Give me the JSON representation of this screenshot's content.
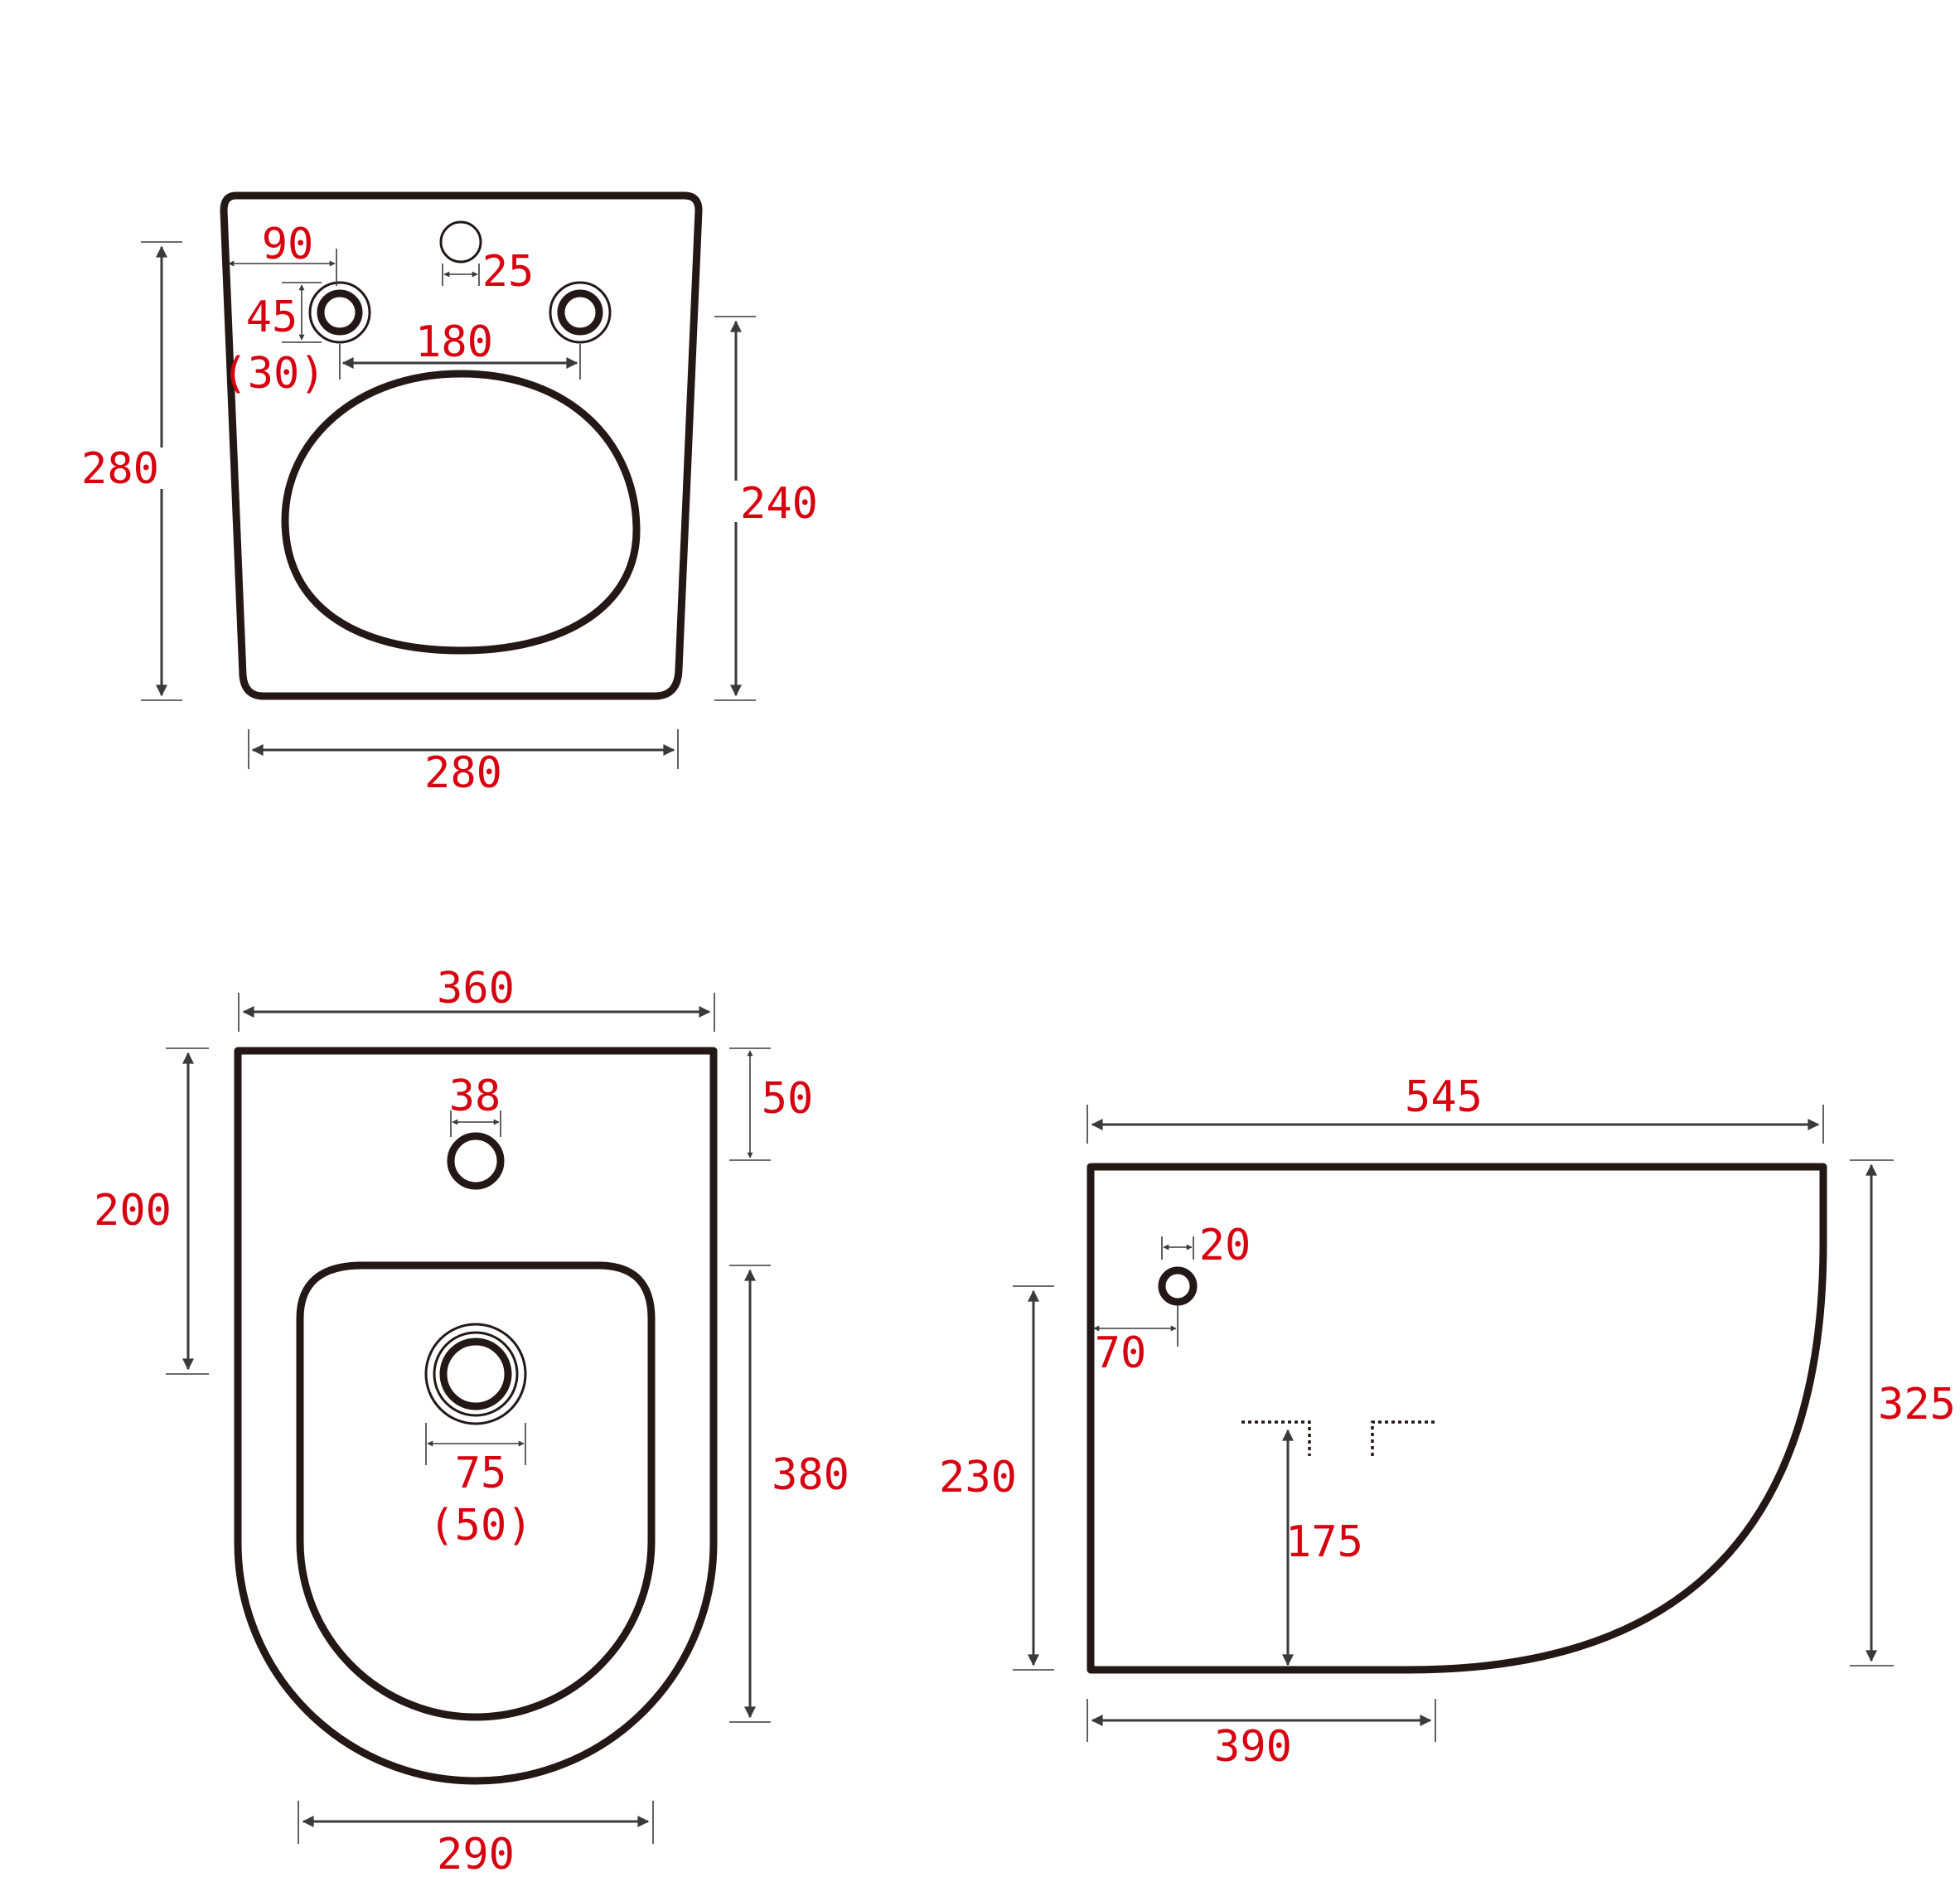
{
  "top_view": {
    "label_top_width": "280",
    "label_left_height": "280",
    "label_right_height": "240",
    "label_edge_to_hole": "90",
    "label_hole_diameter": "45",
    "label_hole_diameter_inner": "(30)",
    "label_center_hole": "25",
    "label_hole_spacing": "180"
  },
  "front_view": {
    "label_width": "360",
    "label_upper_height": "200",
    "label_top_offset": "50",
    "label_hole_diameter": "38",
    "label_bowl_height": "380",
    "label_drain_diameter": "75",
    "label_drain_inner": "(50)",
    "label_bottom_width": "290"
  },
  "side_view": {
    "label_depth": "545",
    "label_height": "325",
    "label_hole_diameter": "20",
    "label_hole_offset": "70",
    "label_left_height": "230",
    "label_outlet_height": "175",
    "label_bottom_depth": "390"
  }
}
